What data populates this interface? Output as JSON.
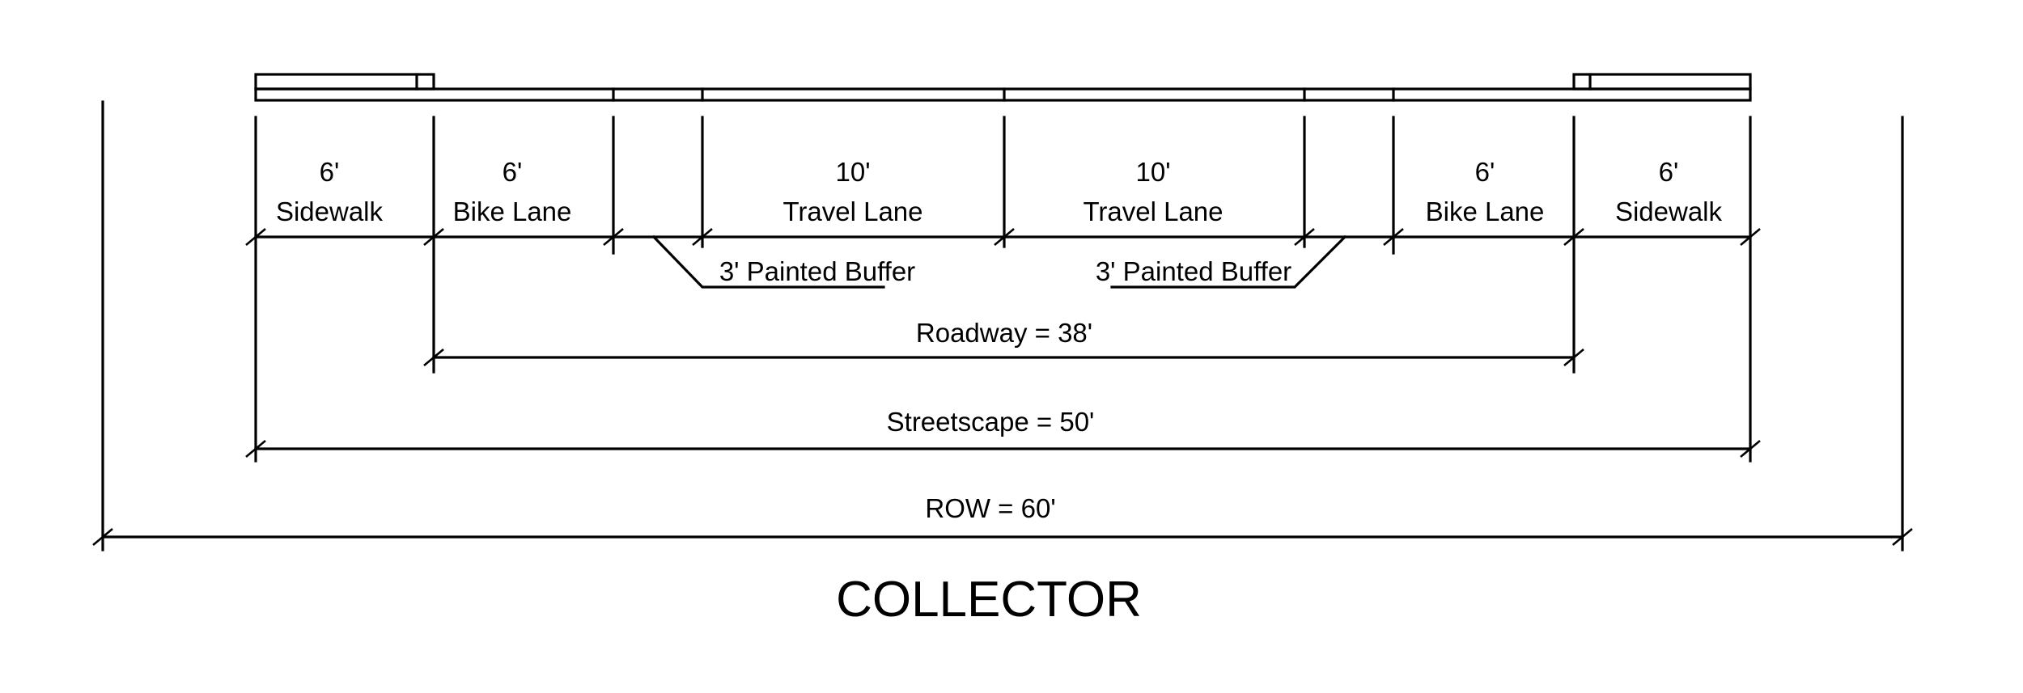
{
  "title": "COLLECTOR",
  "segments": [
    {
      "width": "6'",
      "name": "Sidewalk"
    },
    {
      "width": "6'",
      "name": "Bike Lane"
    },
    {
      "width": "10'",
      "name": "Travel Lane"
    },
    {
      "width": "10'",
      "name": "Travel Lane"
    },
    {
      "width": "6'",
      "name": "Bike Lane"
    },
    {
      "width": "6'",
      "name": "Sidewalk"
    }
  ],
  "buffers": [
    {
      "label": "3' Painted Buffer"
    },
    {
      "label": "3' Painted Buffer"
    }
  ],
  "dimensions": {
    "roadway": "Roadway = 38'",
    "streetscape": "Streetscape = 50'",
    "row": "ROW = 60'"
  }
}
